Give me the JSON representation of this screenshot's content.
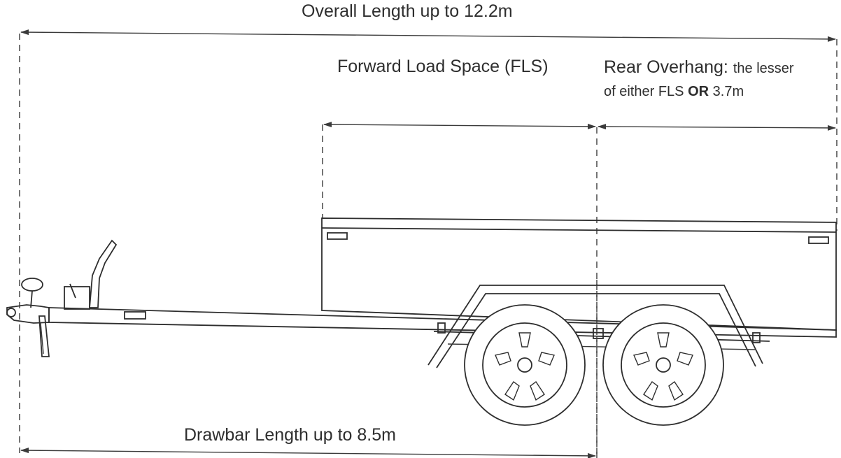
{
  "labels": {
    "overall_length": "Overall Length up to 12.2m",
    "forward_load_space": "Forward Load Space (FLS)",
    "rear_overhang_title": "Rear Overhang:",
    "rear_overhang_rest": "the lesser",
    "rear_overhang_line2_a": "of either FLS",
    "rear_overhang_or": "OR",
    "rear_overhang_line2_b": "3.7m",
    "drawbar_length": "Drawbar Length up to 8.5m"
  },
  "colors": {
    "line": "#3a3a3a",
    "background": "#ffffff"
  }
}
